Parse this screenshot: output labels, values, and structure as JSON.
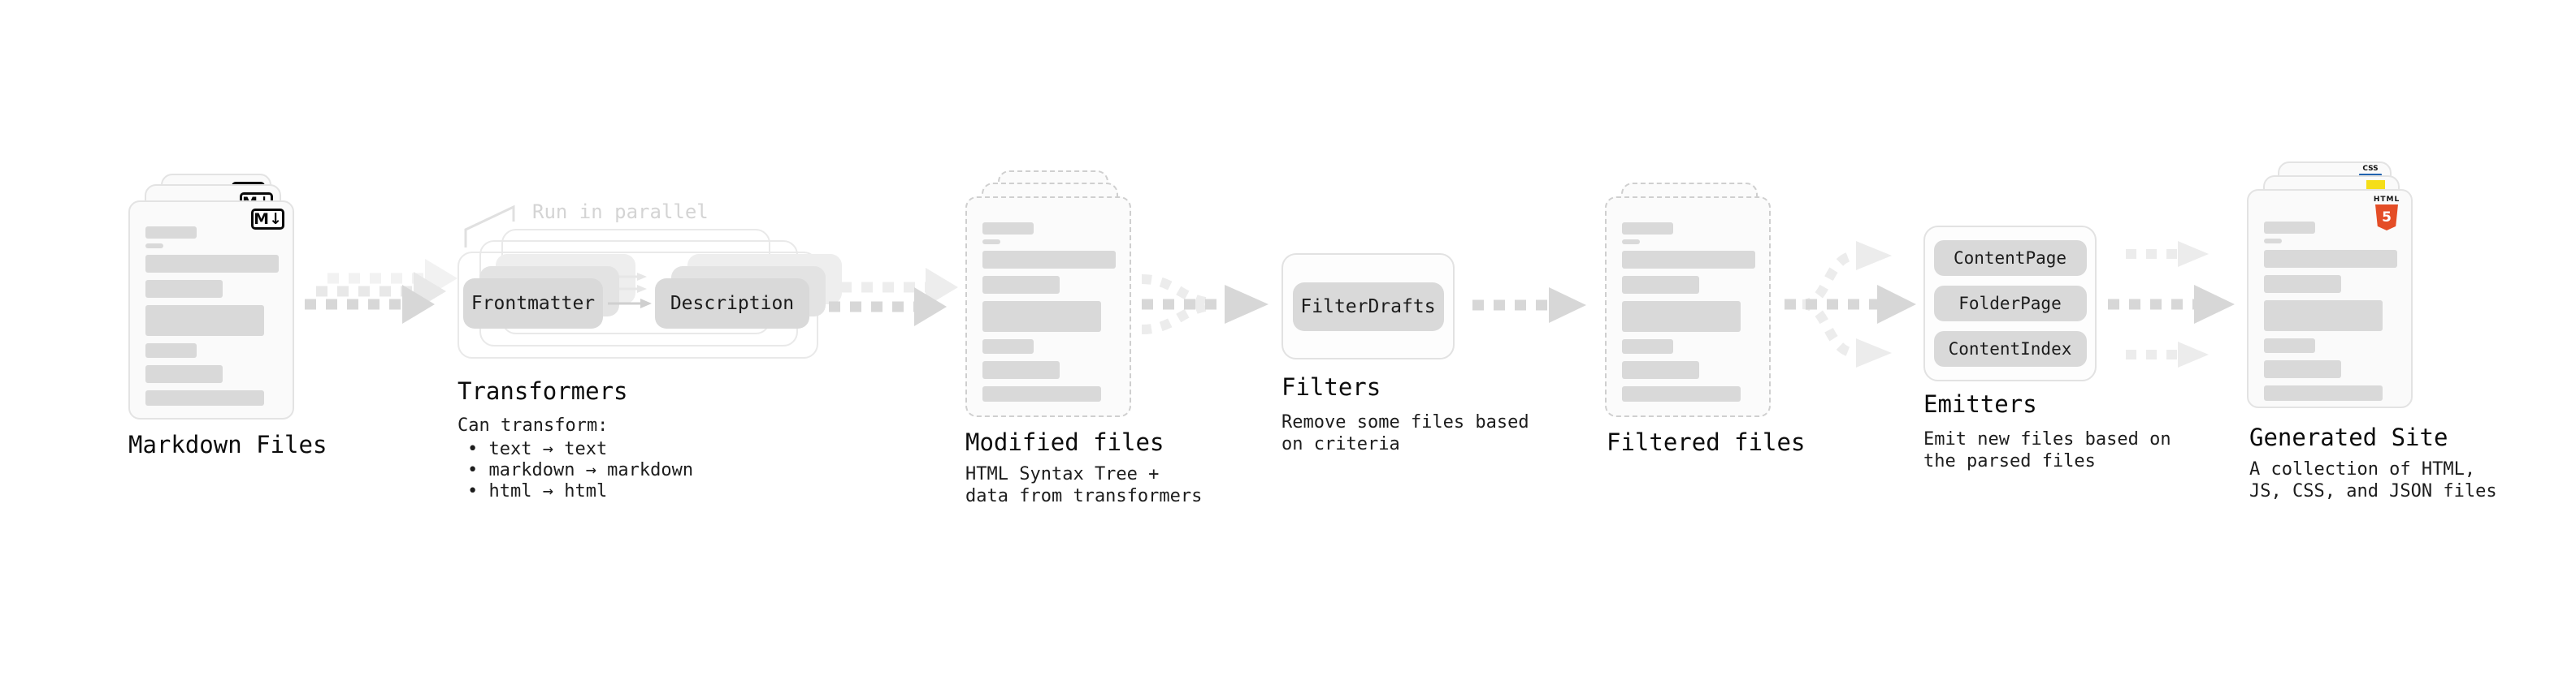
{
  "stages": {
    "markdown_files": {
      "label": "Markdown Files",
      "badge": "M↓"
    },
    "transformers": {
      "label": "Transformers",
      "note": "Run in parallel",
      "input_pill": "Frontmatter",
      "output_pill": "Description",
      "caption": "Can transform:",
      "bullets": [
        "• text → text",
        "• markdown → markdown",
        "• html → html"
      ]
    },
    "modified_files": {
      "label": "Modified files",
      "caption_lines": [
        "HTML Syntax Tree +",
        "data from transformers"
      ]
    },
    "filters": {
      "label": "Filters",
      "pill": "FilterDrafts",
      "caption_lines": [
        "Remove some files based",
        "on criteria"
      ]
    },
    "filtered_files": {
      "label": "Filtered files"
    },
    "emitters": {
      "label": "Emitters",
      "pills": [
        "ContentPage",
        "FolderPage",
        "ContentIndex"
      ],
      "caption_lines": [
        "Emit new files based on",
        "the parsed files"
      ]
    },
    "generated_site": {
      "label": "Generated Site",
      "caption_lines": [
        "A collection of HTML,",
        "JS, CSS, and JSON files"
      ],
      "badges": {
        "css_label": "CSS",
        "html5_label": "HTML",
        "html5_number": "5"
      }
    }
  },
  "colors": {
    "html5_orange": "#e44d26",
    "js_yellow": "#f5de19",
    "css_blue": "#2062af",
    "arrow_gray": "#d7d7d7",
    "ghost_gray": "#ececec"
  }
}
